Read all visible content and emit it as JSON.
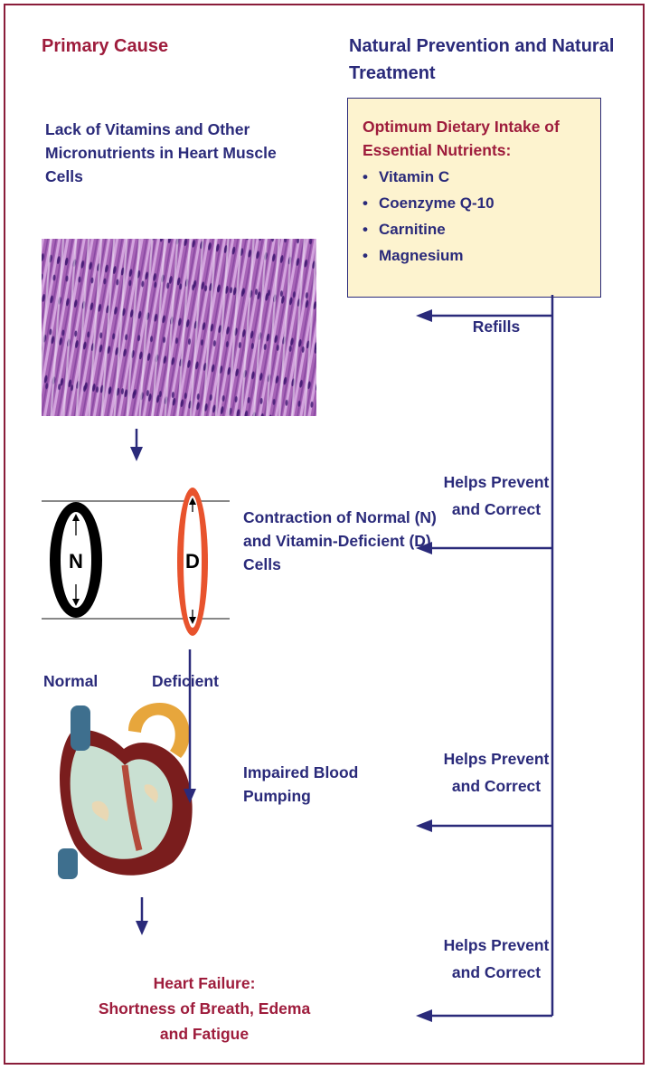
{
  "colors": {
    "maroon": "#9e1c3c",
    "navy": "#2a2a7a",
    "box_fill": "#fdf3cf",
    "cell_red": "#e8532d",
    "cell_black": "#000000"
  },
  "header": {
    "left_title": "Primary Cause",
    "right_title": "Natural Prevention and Natural Treatment"
  },
  "cause": {
    "text": "Lack of Vitamins and Other Micronutrients in Heart Muscle Cells"
  },
  "nutrient_box": {
    "title": "Optimum Dietary Intake of Essential Nutrients:",
    "items": [
      "Vitamin C",
      "Coenzyme Q-10",
      "Carnitine",
      "Magnesium"
    ]
  },
  "cells": {
    "normal_letter": "N",
    "deficient_letter": "D",
    "normal_label": "Normal",
    "deficient_label": "Deficient",
    "caption": "Contraction of Normal (N) and Vitamin-Deficient (D) Cells"
  },
  "heart": {
    "caption": "Impaired Blood Pumping",
    "image": "heart-cross-section-illustration"
  },
  "tissue": {
    "image": "heart-muscle-tissue-micrograph"
  },
  "outcome": {
    "title": "Heart Failure:",
    "detail": "Shortness of Breath, Edema and Fatigue"
  },
  "annotations": {
    "refills": "Refills",
    "helps_1": "Helps Prevent and Correct",
    "helps_2": "Helps Prevent and Correct",
    "helps_3": "Helps Prevent and Correct"
  }
}
